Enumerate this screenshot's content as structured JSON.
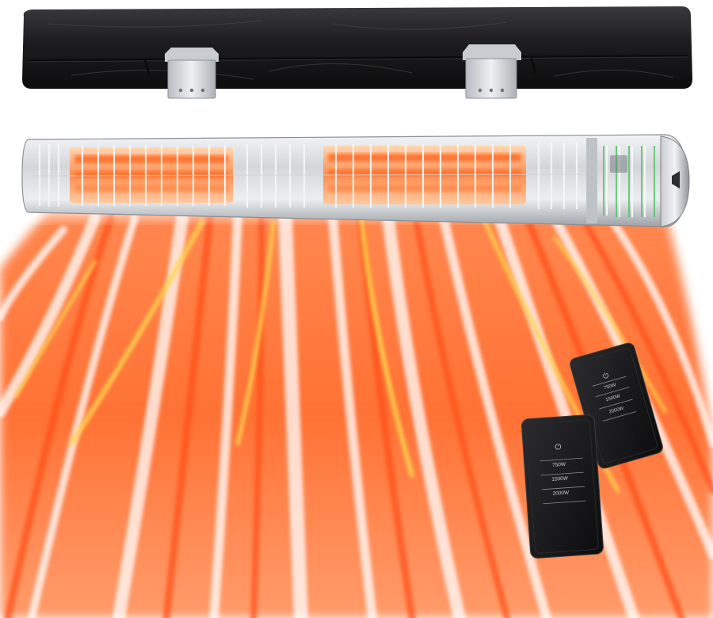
{
  "product": {
    "type": "infrared-patio-heater",
    "colors": {
      "bag": "#1c1c1e",
      "housing": "#dcdde0",
      "element_glow": "#ff8a4a",
      "heat_wave": "#ff5a1f",
      "heat_highlight": "#ffd34d",
      "remote": "#1a1a1c"
    },
    "remotes": [
      {
        "power_icon": "power-icon",
        "levels": [
          "750W",
          "1500W",
          "2000W"
        ]
      },
      {
        "power_icon": "power-icon",
        "levels": [
          "750W",
          "1500W",
          "2000W"
        ]
      }
    ]
  }
}
